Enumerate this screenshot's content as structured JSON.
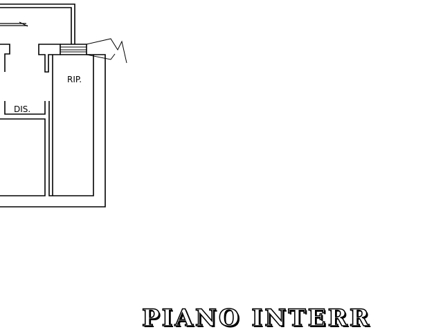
{
  "labels": {
    "storage_room": "RIP.",
    "hallway": "DIS."
  },
  "title": "PIANO INTERR",
  "colors": {
    "ink": "#000000",
    "background": "#ffffff"
  }
}
